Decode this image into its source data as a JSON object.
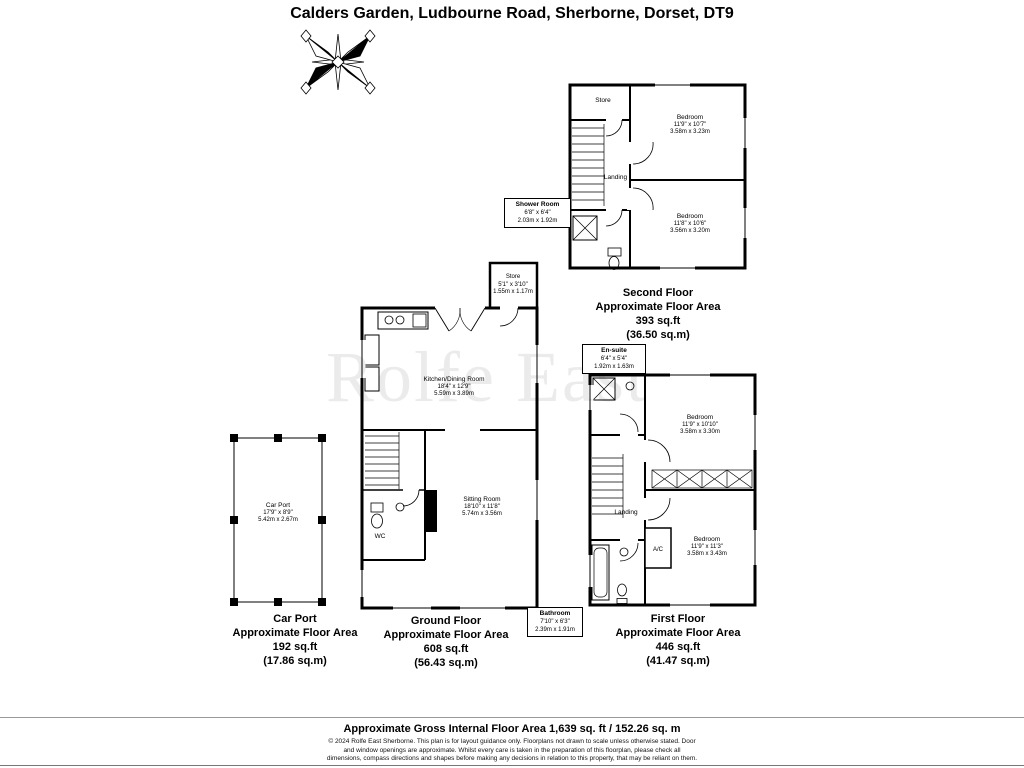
{
  "title": "Calders Garden, Ludbourne Road, Sherborne, Dorset, DT9",
  "watermark": "Rolfe East",
  "second_floor": {
    "store": "Store",
    "landing": "Landing",
    "bedroom_front": {
      "name": "Bedroom",
      "imperial": "11'9\" x 10'7\"",
      "metric": "3.58m x 3.23m"
    },
    "bedroom_back": {
      "name": "Bedroom",
      "imperial": "11'8\" x 10'6\"",
      "metric": "3.56m x 3.20m"
    },
    "shower_room": {
      "name": "Shower Room",
      "imperial": "6'8\" x 6'4\"",
      "metric": "2.03m x 1.92m"
    },
    "summary": {
      "name": "Second Floor",
      "label": "Approximate Floor Area",
      "sqft": "393 sq.ft",
      "sqm": "(36.50 sq.m)"
    }
  },
  "ground_floor": {
    "store": {
      "name": "Store",
      "imperial": "5'1\" x 3'10\"",
      "metric": "1.55m x 1.17m"
    },
    "kitchen_dining": {
      "name": "Kitchen/Dining Room",
      "imperial": "18'4\" x 12'9\"",
      "metric": "5.59m x 3.89m"
    },
    "sitting_room": {
      "name": "Sitting Room",
      "imperial": "18'10\" x 11'8\"",
      "metric": "5.74m x 3.56m"
    },
    "wc": "WC",
    "summary": {
      "name": "Ground Floor",
      "label": "Approximate Floor Area",
      "sqft": "608 sq.ft",
      "sqm": "(56.43 sq.m)"
    }
  },
  "car_port": {
    "room": {
      "name": "Car Port",
      "imperial": "17'9\" x 8'9\"",
      "metric": "5.42m x 2.67m"
    },
    "summary": {
      "name": "Car Port",
      "label": "Approximate Floor Area",
      "sqft": "192 sq.ft",
      "sqm": "(17.86 sq.m)"
    }
  },
  "first_floor": {
    "ensuite": {
      "name": "En-suite",
      "imperial": "6'4\" x 5'4\"",
      "metric": "1.92m x 1.63m"
    },
    "bedroom_front": {
      "name": "Bedroom",
      "imperial": "11'9\" x 10'10\"",
      "metric": "3.58m x 3.30m"
    },
    "bedroom_back": {
      "name": "Bedroom",
      "imperial": "11'9\" x 11'3\"",
      "metric": "3.58m x 3.43m"
    },
    "landing": "Landing",
    "ac": "A/C",
    "bathroom": {
      "name": "Bathroom",
      "imperial": "7'10\" x 6'3\"",
      "metric": "2.39m x 1.91m"
    },
    "summary": {
      "name": "First Floor",
      "label": "Approximate Floor Area",
      "sqft": "446 sq.ft",
      "sqm": "(41.47 sq.m)"
    }
  },
  "footer": {
    "gross": "Approximate Gross Internal Floor Area 1,639 sq. ft / 152.26 sq. m",
    "disclaimer": [
      "© 2024 Rolfe East Sherborne. This plan is for layout guidance only. Floorplans not drawn to scale unless otherwise stated. Door",
      "and window openings are approximate. Whilst every care is taken in the preparation of this floorplan, please check all",
      "dimensions, compass directions and shapes before making any decisions in relation to this property, that may be reliant on them."
    ]
  },
  "colors": {
    "wall": "#000000",
    "background": "#ffffff",
    "watermark": "#e5e5e5"
  }
}
